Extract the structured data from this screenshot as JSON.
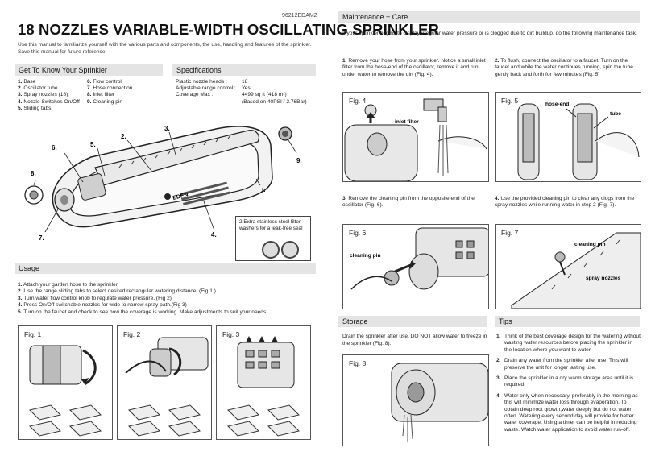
{
  "doc_code": "96212EDAMZ",
  "title": "18 NOZZLES VARIABLE-WIDTH OSCILLATING SPRINKLER",
  "intro": "Use this manual to familiarize yourself with the various parts and components, the use, handling and features of the sprinkler. Save this manual for future reference.",
  "get_to_know": {
    "heading": "Get To Know Your Sprinkler",
    "col1": [
      {
        "n": "1.",
        "t": "Base"
      },
      {
        "n": "2.",
        "t": "Oscillator tube"
      },
      {
        "n": "3.",
        "t": "Spray nozzles (18)"
      },
      {
        "n": "4.",
        "t": "Nozzle Switches On/Off"
      },
      {
        "n": "5.",
        "t": "Sliding tabs"
      }
    ],
    "col2": [
      {
        "n": "6.",
        "t": "Flow control"
      },
      {
        "n": "7.",
        "t": "Hose connection"
      },
      {
        "n": "8.",
        "t": "Inlet filter"
      },
      {
        "n": "9.",
        "t": "Cleaning pin"
      }
    ]
  },
  "specifications": {
    "heading": "Specifications",
    "rows": [
      {
        "label": "Plastic nozzle heads :",
        "value": "18"
      },
      {
        "label": "Adjustable range control :",
        "value": "Yes"
      },
      {
        "label": "Coverage Max :",
        "value": "4499 sq ft (418 m²)"
      },
      {
        "label": "",
        "value": "(Based on 40PSI / 2.76Bar)"
      }
    ]
  },
  "diagram": {
    "callouts": [
      "1.",
      "2.",
      "3.",
      "4.",
      "5.",
      "6.",
      "7.",
      "8.",
      "9."
    ],
    "brand": "EDEN",
    "washer_note": "2 Extra stainless steel filter washers for a leak-free seal"
  },
  "usage": {
    "heading": "Usage",
    "steps": [
      {
        "n": "1.",
        "t": "Attach your garden hose to the sprinkler."
      },
      {
        "n": "2.",
        "t": "Use the range sliding tabs to select desired rectangular watering distance. (Fig 1 )"
      },
      {
        "n": "3.",
        "t": "Turn water flow control knob to regulate water pressure. (Fig 2)"
      },
      {
        "n": "4.",
        "t": "Press On/Off switchable nozzles for wide to narrow spray path.(Fig 3)"
      },
      {
        "n": "5.",
        "t": "Turn on the faucet and check to see how the coverage is working. Make adjustments to suit your needs."
      }
    ],
    "figs": [
      "Fig. 1",
      "Fig. 2",
      "Fig. 3"
    ]
  },
  "maintenance": {
    "heading": "Maintenance + Care",
    "intro": "If your sprinkler begins to display irregular water pressure or is clogged due to dirt buildup, do the following maintenance task.",
    "steps": [
      {
        "n": "1.",
        "t": "Remove your hose from your sprinkler. Notice a small inlet filter from the hose-end of the oscillator, remove it and run under water to remove the dirt (Fig. 4)."
      },
      {
        "n": "2.",
        "t": "To flush, connect the oscillator to a faucet. Turn on the faucet and while the water continues running, spin the tube gently back and forth for few minutes (Fig. 5)"
      },
      {
        "n": "3.",
        "t": "Remove the cleaning pin from the opposite end of the oscillator (Fig. 6)."
      },
      {
        "n": "4.",
        "t": "Use the provided cleaning pin to clear any clogs from the spray nozzles while running water in step 2 (Fig. 7)."
      }
    ],
    "figs": [
      "Fig. 4",
      "Fig. 5",
      "Fig. 6",
      "Fig. 7"
    ],
    "labels": {
      "inlet_filter": "inlet filter",
      "hose_end": "hose-end",
      "tube": "tube",
      "cleaning_pin": "cleaning pin",
      "spray_nozzles": "spray nozzles"
    }
  },
  "storage": {
    "heading": "Storage",
    "text": "Drain the sprinkler after use. DO NOT allow water to freeze in the sprinkler (Fig. 8).",
    "fig": "Fig. 8"
  },
  "tips": {
    "heading": "Tips",
    "items": [
      {
        "n": "1.",
        "t": "Think of the best coverage design for the watering without wasting water resources before placing the sprinkler in the location where you want to water."
      },
      {
        "n": "2.",
        "t": "Drain any water from the sprinkler after use. This will preserve the unit for longer lasting use."
      },
      {
        "n": "3.",
        "t": "Place the sprinkler in a dry warm storage area until it is required."
      },
      {
        "n": "4.",
        "t": "Water only when necessary, preferably in the morning as this will minimize water loss through evaporation. To obtain deep root growth,water deeply but do not water often. Watering every second day will provide for better water coverage. Using a timer can be helpful in reducing waste. Watch water application to avoid water run-off."
      }
    ]
  }
}
